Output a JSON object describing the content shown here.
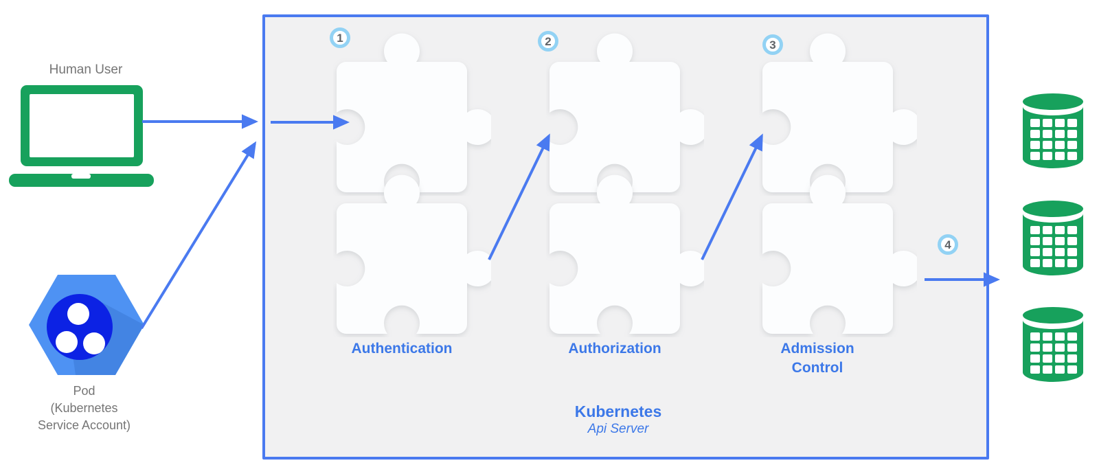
{
  "colors": {
    "accent": "#4a7af0",
    "text-blue": "#3c78e8",
    "green": "#17a15c",
    "pod-fill": "#4e92f3",
    "pod-shade": "#3a79d6",
    "pod-core": "#0c22e4",
    "badge-ring": "#92d2f4",
    "badge-num": "#5f6368",
    "gray-text": "#757575",
    "box-fill": "#f1f1f2",
    "piece-fill": "#fcfdfe"
  },
  "left_actors": {
    "human_user_label": "Human User",
    "pod_label": "Pod\n(Kubernetes\nService Account)"
  },
  "api_server_box": {
    "title": "Kubernetes",
    "subtitle": "Api Server",
    "modules": [
      {
        "step": "1",
        "label": "Authentication"
      },
      {
        "step": "2",
        "label": "Authorization"
      },
      {
        "step": "3",
        "label": "Admission\nControl"
      }
    ],
    "output_step": "4"
  },
  "icons": {
    "laptop": "laptop-icon",
    "pod": "pod-hexagon-icon",
    "database": "etcd-database-icon",
    "puzzle": "puzzle-piece-shape"
  },
  "right_storage": {
    "database_count": 3
  }
}
